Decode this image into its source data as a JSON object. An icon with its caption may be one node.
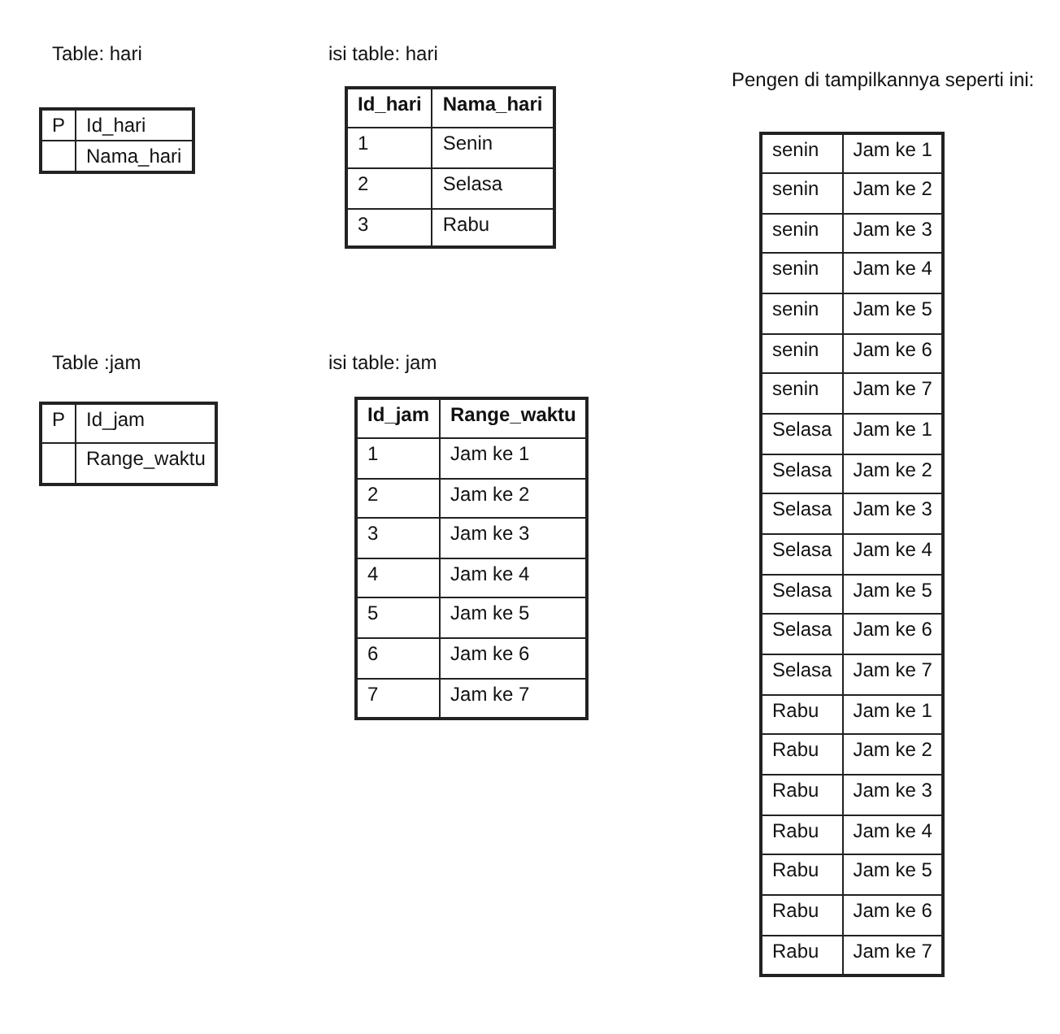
{
  "diagram": {
    "nodes": [
      {
        "text": [
          "Table: hari",
          "P",
          "Id_hari",
          "Nama_hari"
        ]
      },
      {
        "text": [
          "isi table: hari",
          "Id_hari",
          "Nama_hari",
          "1",
          "Senin",
          "2",
          "Selasa",
          "3",
          "Rabu"
        ]
      },
      {
        "text": [
          "Pengen di tampilkannya seperti ini:",
          "senin",
          "Jam ke 1",
          "senin",
          "Jam ke 2",
          "senin",
          "Jam ke 3",
          "senin",
          "Jam ke 4",
          "senin",
          "Jam ke 5",
          "senin",
          "Jam ke 6",
          "senin",
          "Jam ke 7",
          "Selasa",
          "Jam ke 1",
          "Selasa",
          "Jam ke 2",
          "Selasa",
          "Jam ke 3",
          "Selasa",
          "Jam ke 4",
          "Selasa",
          "Jam ke 5",
          "Selasa",
          "Jam ke 6",
          "Selasa",
          "Jam ke 7",
          "Rabu",
          "Jam ke 1",
          "Rabu",
          "Jam ke 2",
          "Rabu",
          "Jam ke 3",
          "Rabu",
          "Jam ke 4",
          "Rabu",
          "Jam ke 5",
          "Rabu",
          "Jam ke 6",
          "Rabu",
          "Jam ke 7"
        ]
      },
      {
        "text": [
          "Table :jam",
          "P",
          "Id_jam",
          "Range_waktu"
        ]
      },
      {
        "text": [
          "isi table: jam",
          "Id_jam",
          "Range_waktu",
          "1",
          "Jam ke 1",
          "2",
          "Jam ke 2",
          "3",
          "Jam ke 3",
          "4",
          "Jam ke 4",
          "5",
          "Jam ke 5",
          "6",
          "Jam ke 6",
          "7",
          "Jam ke 7"
        ]
      }
    ]
  }
}
